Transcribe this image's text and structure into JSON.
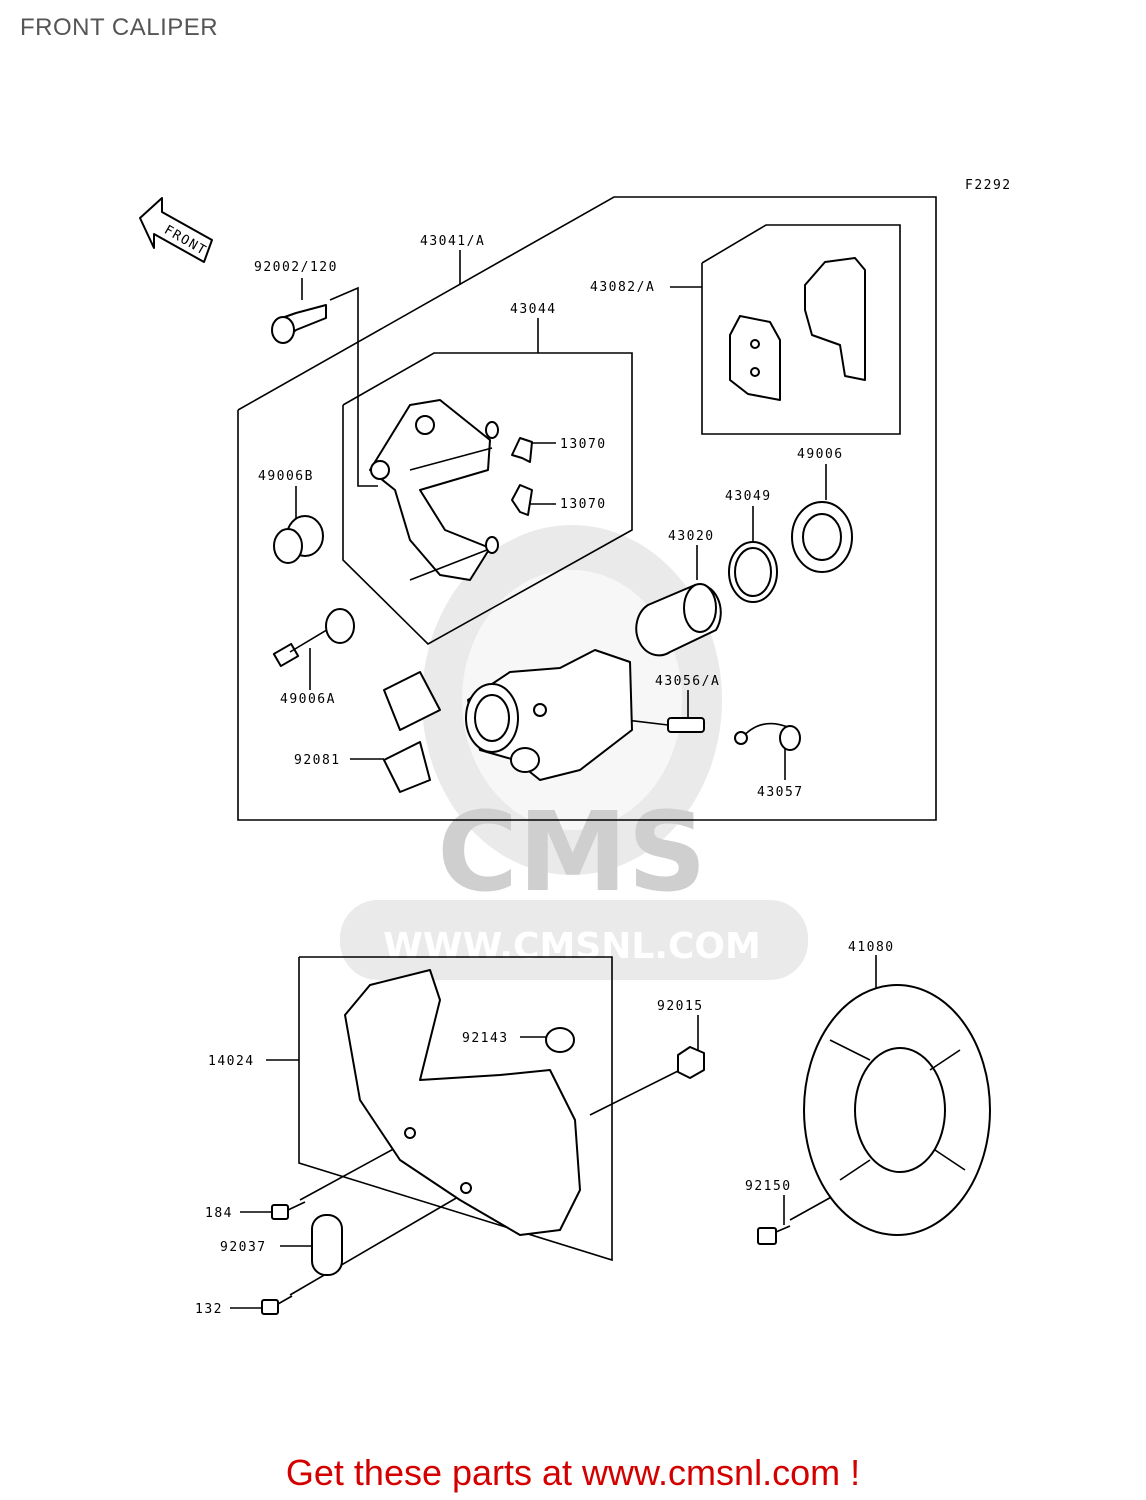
{
  "title": "FRONT CALIPER",
  "diagram_code": "F2292",
  "direction_label": "FRONT",
  "parts": [
    {
      "id": "p43041a",
      "number": "43041/A"
    },
    {
      "id": "p92002",
      "number": "92002/120"
    },
    {
      "id": "p43082a",
      "number": "43082/A"
    },
    {
      "id": "p43044",
      "number": "43044"
    },
    {
      "id": "p13070a",
      "number": "13070"
    },
    {
      "id": "p13070b",
      "number": "13070"
    },
    {
      "id": "p49006b",
      "number": "49006B"
    },
    {
      "id": "p49006",
      "number": "49006"
    },
    {
      "id": "p43049",
      "number": "43049"
    },
    {
      "id": "p43020",
      "number": "43020"
    },
    {
      "id": "p49006a",
      "number": "49006A"
    },
    {
      "id": "p43056a",
      "number": "43056/A"
    },
    {
      "id": "p92081",
      "number": "92081"
    },
    {
      "id": "p43057",
      "number": "43057"
    },
    {
      "id": "p41080",
      "number": "41080"
    },
    {
      "id": "p92015",
      "number": "92015"
    },
    {
      "id": "p92143",
      "number": "92143"
    },
    {
      "id": "p14024",
      "number": "14024"
    },
    {
      "id": "p92150",
      "number": "92150"
    },
    {
      "id": "p184",
      "number": "184"
    },
    {
      "id": "p92037",
      "number": "92037"
    },
    {
      "id": "p132",
      "number": "132"
    }
  ],
  "watermark": {
    "brand": "CMS",
    "url": "WWW.CMSNL.COM"
  },
  "footer": "Get these parts at www.cmsnl.com !"
}
